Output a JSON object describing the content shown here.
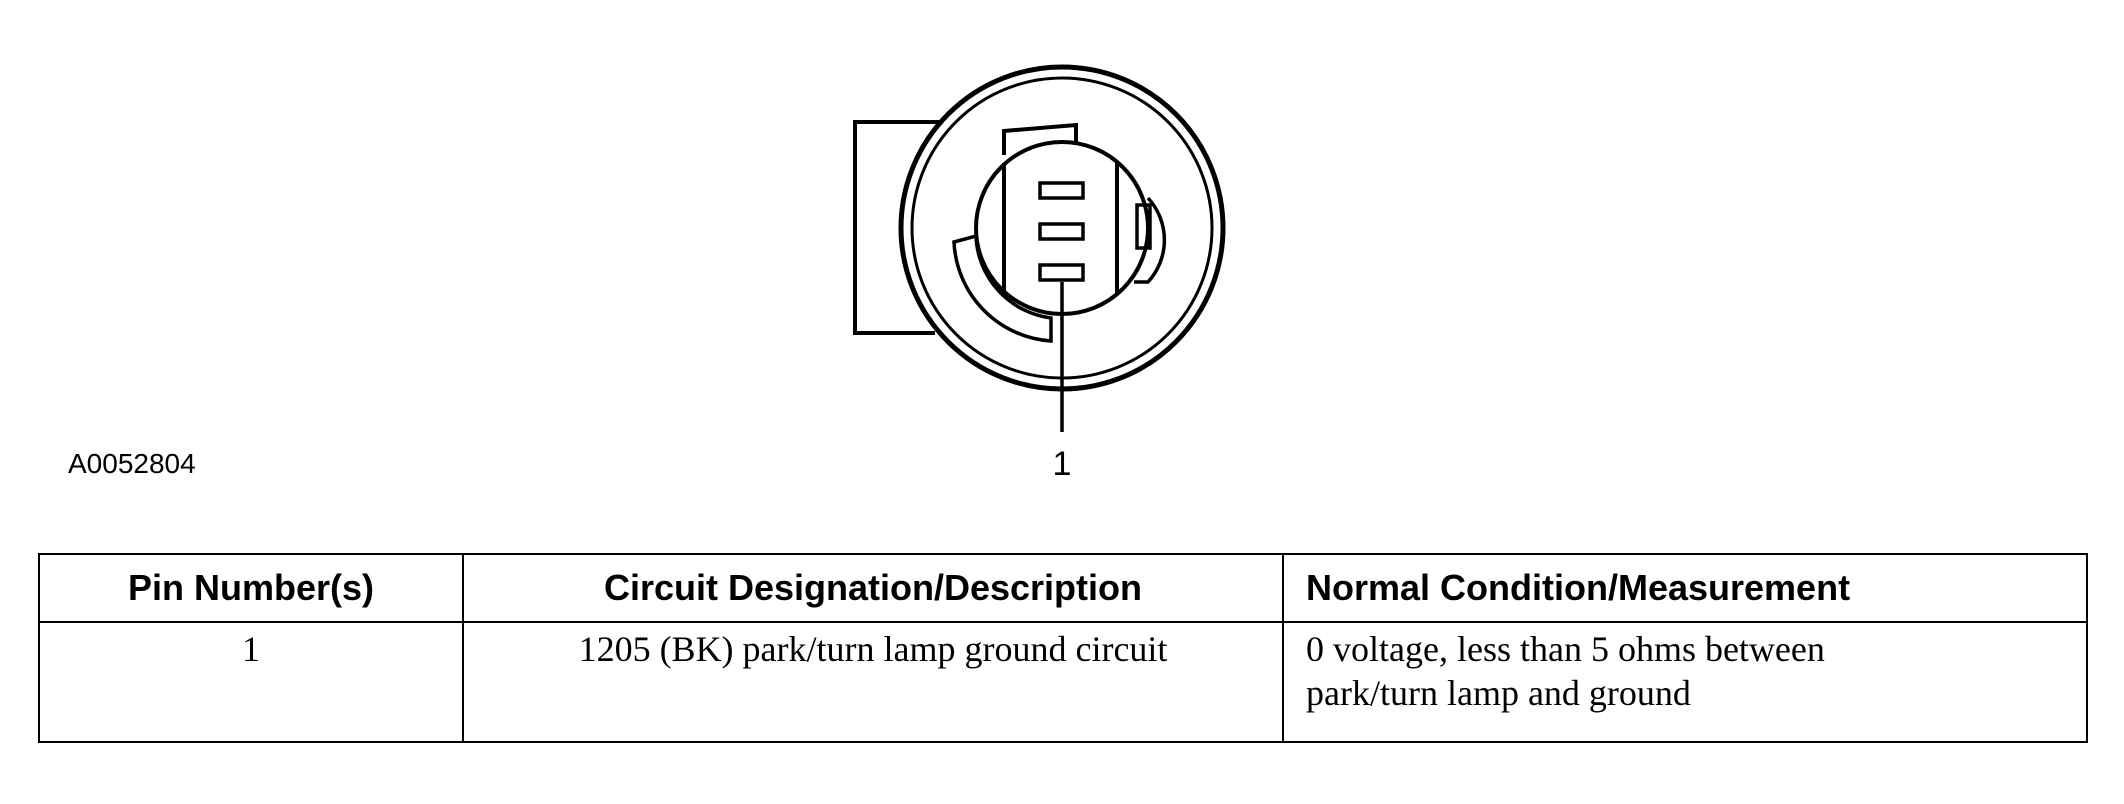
{
  "figure": {
    "id": "A0052804",
    "callouts": [
      {
        "label": "1",
        "refers_to": "pin 1 terminal"
      }
    ]
  },
  "table": {
    "headers": [
      "Pin Number(s)",
      "Circuit Designation/Description",
      "Normal Condition/Measurement"
    ],
    "rows": [
      {
        "pin": "1",
        "circuit": "1205 (BK) park/turn lamp ground circuit",
        "condition_line1": "0 voltage, less than 5 ohms between",
        "condition_line2": "park/turn lamp and ground"
      }
    ]
  }
}
